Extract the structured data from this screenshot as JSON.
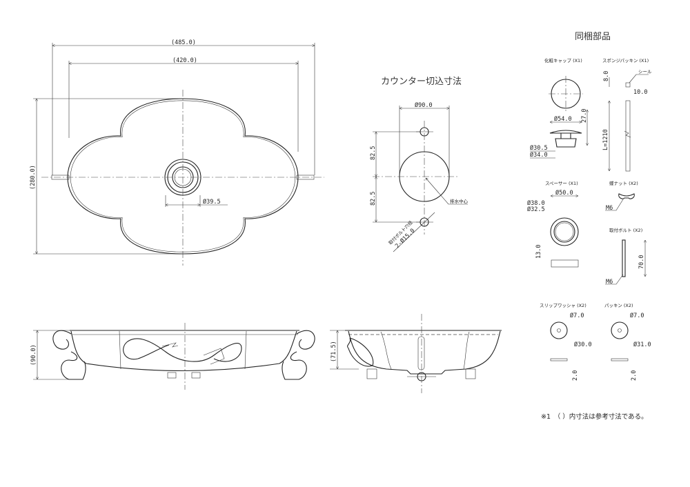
{
  "top_view": {
    "width_outer": "(485.0)",
    "width_inner": "(420.0)",
    "depth": "(280.0)",
    "drain_dia": "Ø39.5"
  },
  "front_view": {
    "height": "(90.0)"
  },
  "side_view": {
    "height": "(71.5)"
  },
  "counter_cutout": {
    "title": "カウンター切込寸法",
    "hole_dia": "Ø90.0",
    "upper_offset": "82.5",
    "lower_offset": "82.5",
    "drain_center_label": "排水中心",
    "bolt_hole_label": "取付ボルト穴径",
    "bolt_hole_dia": "2-Ø15.0"
  },
  "parts": {
    "title": "同梱部品",
    "cap": {
      "name": "化粧キャップ (X1)",
      "d1": "Ø54.0",
      "h": "27.0",
      "d2": "Ø30.5",
      "d3": "Ø34.0"
    },
    "sponge": {
      "name": "スポンジパッキン (X1)",
      "seal": "シール",
      "t": "8.0",
      "w": "10.0",
      "l": "L=1210"
    },
    "spacer": {
      "name": "スペーサー (X1)",
      "d1": "Ø50.0",
      "d2": "Ø38.0",
      "d3": "Ø32.5",
      "t": "13.0"
    },
    "wing_nut": {
      "name": "蝶ナット (X2)",
      "size": "M6"
    },
    "bolt": {
      "name": "取付ボルト (X2)",
      "len": "70.0",
      "size": "M6"
    },
    "slip_washer": {
      "name": "スリップワッシャ (X2)",
      "d1": "Ø7.0",
      "d2": "Ø30.0",
      "t": "2.0"
    },
    "packing": {
      "name": "パッキン (X2)",
      "d1": "Ø7.0",
      "d2": "Ø31.0",
      "t": "2.0"
    }
  },
  "note": "※1　（ ）内寸法は参考寸法である。"
}
